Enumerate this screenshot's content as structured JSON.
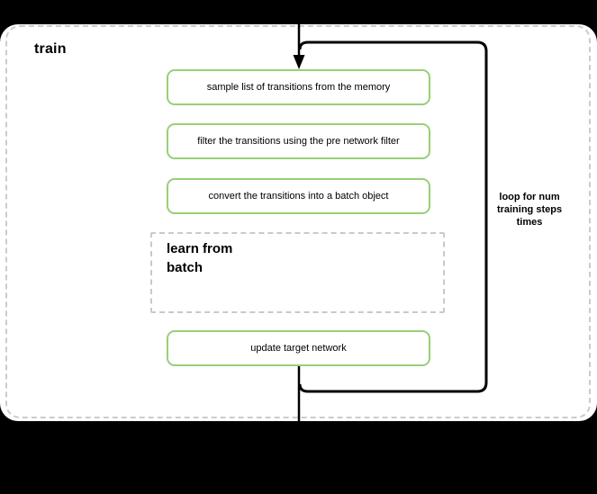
{
  "diagram": {
    "container_label": "train",
    "steps": [
      {
        "label": "sample list of transitions from the memory"
      },
      {
        "label": "filter the transitions using the pre network filter"
      },
      {
        "label": "convert the transitions into a batch object"
      }
    ],
    "sub_process_label": "learn from\nbatch",
    "final_step_label": "update target network",
    "loop_label": "loop for num\ntraining steps\ntimes",
    "colors": {
      "step_border": "#97d077",
      "container_border": "#cccccc",
      "subprocess_border": "#c9c9c9",
      "connector": "#000000",
      "background_band": "#000000",
      "canvas": "#ffffff"
    }
  }
}
